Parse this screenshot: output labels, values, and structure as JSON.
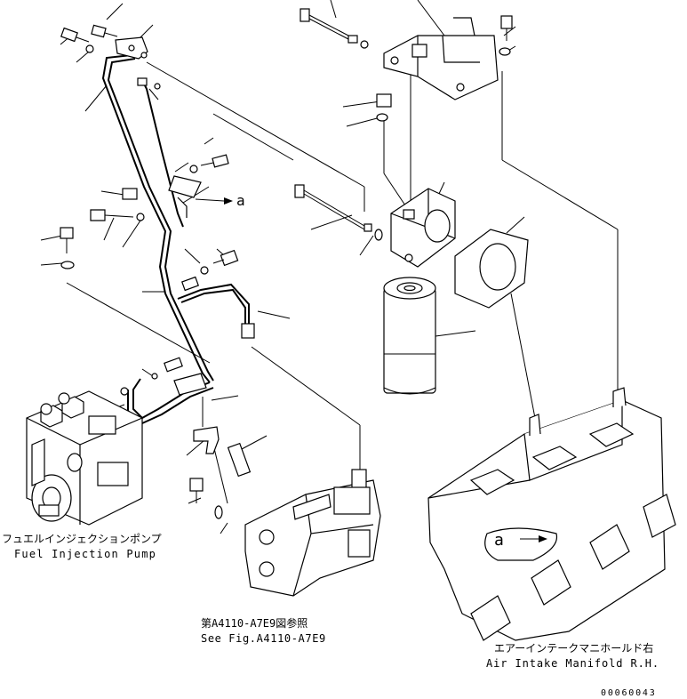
{
  "labels": {
    "fuel_pump_jp": "フュエルインジェクションポンプ",
    "fuel_pump_en": "Fuel Injection Pump",
    "ref_jp": "第A4110-A7E9図参照",
    "ref_en": "See Fig.A4110-A7E9",
    "manifold_jp": "エアーインテークマニホールド右",
    "manifold_en": "Air Intake Manifold R.H.",
    "marker_a": "a",
    "marker_a_manifold": "a",
    "drawing_number": "00060043"
  }
}
